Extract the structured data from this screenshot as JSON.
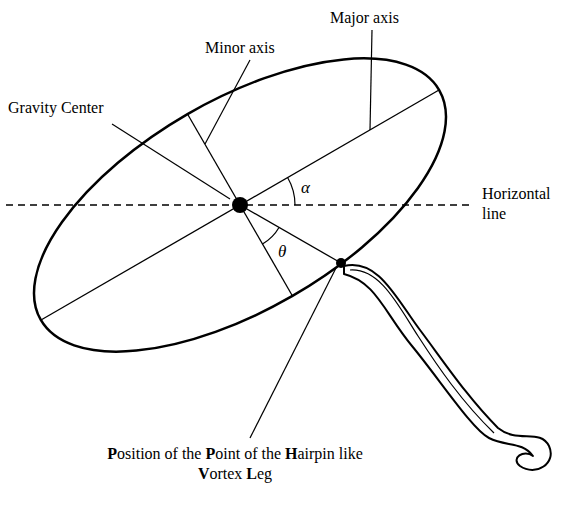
{
  "diagram": {
    "labels": [
      "Major axis",
      "Minor axis",
      "Gravity Center",
      "Horizontal line",
      "α",
      "θ",
      "Position of the Point of the Hairpin like Vortex Leg"
    ]
  }
}
